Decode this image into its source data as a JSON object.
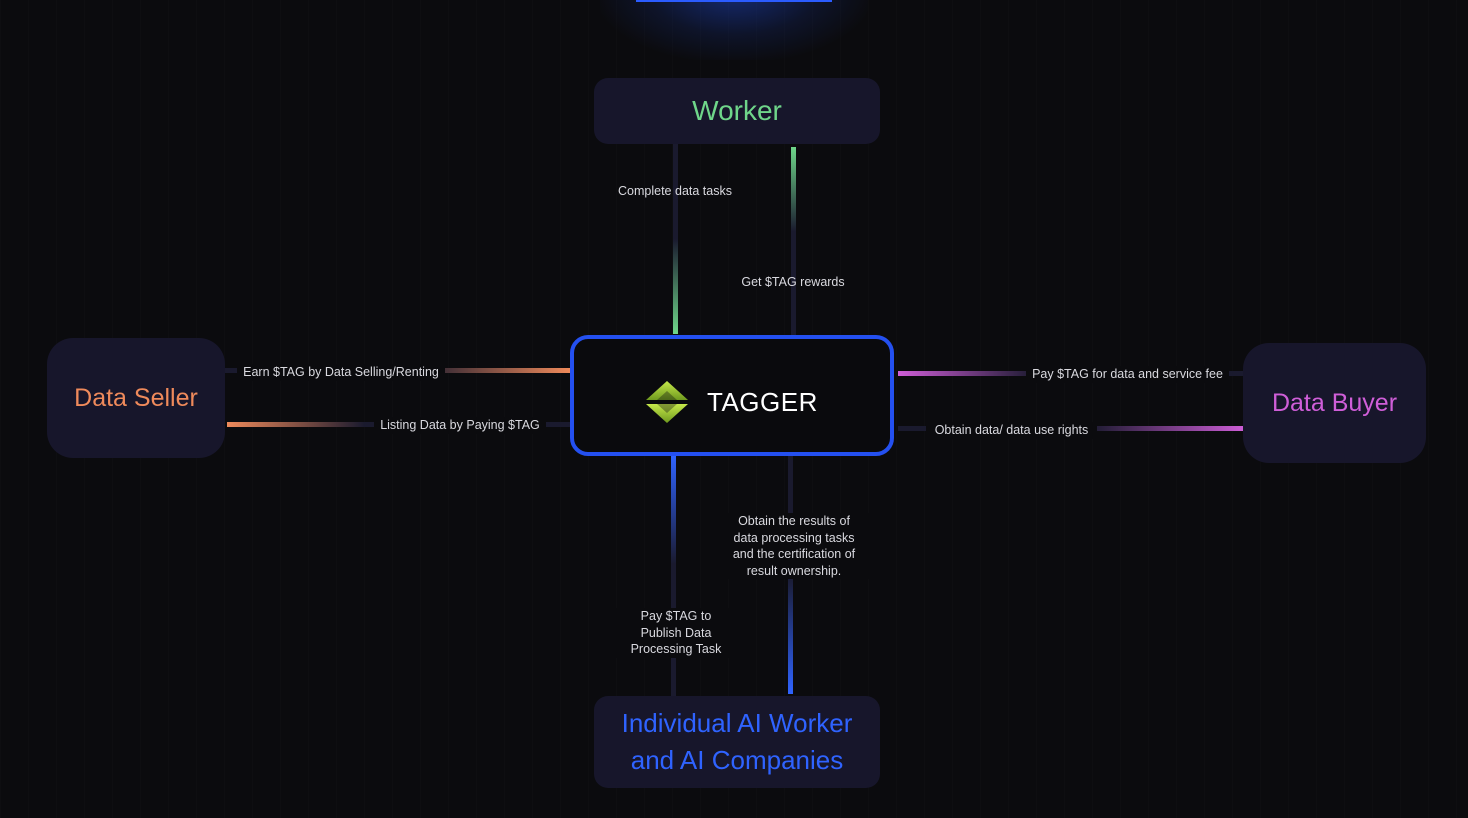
{
  "nodes": {
    "worker": "Worker",
    "data_seller": "Data Seller",
    "data_buyer": "Data Buyer",
    "ai_line1": "Individual AI Worker",
    "ai_line2": "and AI Companies",
    "tagger": "TAGGER"
  },
  "edges": {
    "complete_tasks": "Complete data tasks",
    "get_rewards": "Get $TAG rewards",
    "earn_tag": "Earn $TAG by Data Selling/Renting",
    "listing_data": "Listing Data by Paying $TAG",
    "pay_tag_fee": "Pay $TAG for data and service fee",
    "obtain_data": "Obtain data/ data use rights",
    "obtain_results_1": "Obtain the results of",
    "obtain_results_2": "data processing tasks",
    "obtain_results_3": "and the certification of",
    "obtain_results_4": "result ownership.",
    "pay_publish_1": "Pay $TAG to",
    "pay_publish_2": "Publish Data",
    "pay_publish_3": "Processing Task"
  },
  "colors": {
    "worker": "#6fd68a",
    "seller": "#ef8a5b",
    "buyer": "#cf5ed8",
    "ai": "#2f63ff",
    "tagger_border": "#2450f0",
    "node_bg": "#17162b",
    "background": "#0b0b0e"
  },
  "icons": {
    "tagger_logo": "tagger-diamond-logo-icon"
  }
}
